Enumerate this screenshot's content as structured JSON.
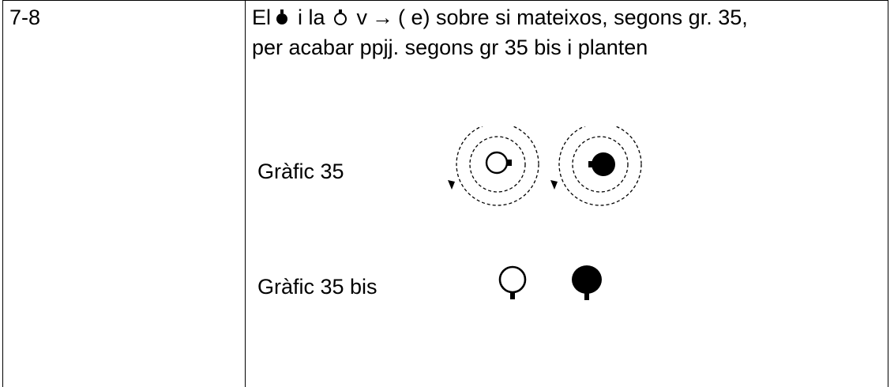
{
  "table": {
    "row_label": "7-8",
    "line1": {
      "part1": "El",
      "part2": "i la",
      "part3": "v",
      "arrow": "→",
      "part4": "( e) sobre si mateixos, segons gr. 35,"
    },
    "line2": "per acabar ppjj. segons gr 35 bis i planten",
    "graphic_35_label": "Gràfic 35",
    "graphic_35_bis_label": "Gràfic 35 bis"
  },
  "icons": {
    "filled_ball": "filled-ball-icon",
    "hollow_ball": "hollow-ball-icon",
    "rotation_arrow": "rotation-arrow-icon"
  },
  "colors": {
    "ink": "#000000",
    "paper": "#ffffff"
  }
}
